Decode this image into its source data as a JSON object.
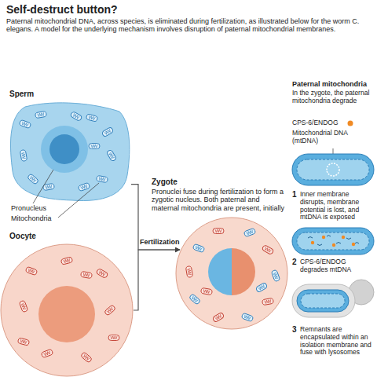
{
  "diagram": {
    "title": "Self-destruct button?",
    "nodes": [
      {
        "text": [
          "Sperm"
        ]
      },
      {
        "text": [
          "Oocyte"
        ]
      },
      {
        "text": [
          "Zygote",
          "Pronuclei fuse during fertilization to form a zygotic nucleus. Both paternal and maternal mitochondria are present, initially"
        ]
      }
    ],
    "edges": [
      {
        "from": 0,
        "to": 2,
        "arrow": "to",
        "label": "Fertilization"
      },
      {
        "from": 1,
        "to": 2,
        "arrow": "to"
      }
    ],
    "labels": [
      "Paternal mitochondrial DNA, across species, is eliminated during fertilization, as illustrated below for the worm C. elegans. A model for the underlying mechanism involves disruption of paternal mitochondrial membranes.",
      "Pronucleus",
      "Mitochondria",
      "Paternal mitochondria",
      "In the zygote, the paternal mitochondria degrade",
      "CPS-6/ENDOG",
      "Mitochondrial DNA (mtDNA)",
      "1",
      "Inner membrane disrupts, membrane potential is lost, and mtDNA is exposed",
      "2",
      "CPS-6/ENDOG degrades mtDNA",
      "3",
      "Remnants are encapsulated within an isolation membrane and fuse with lysosomes"
    ]
  }
}
